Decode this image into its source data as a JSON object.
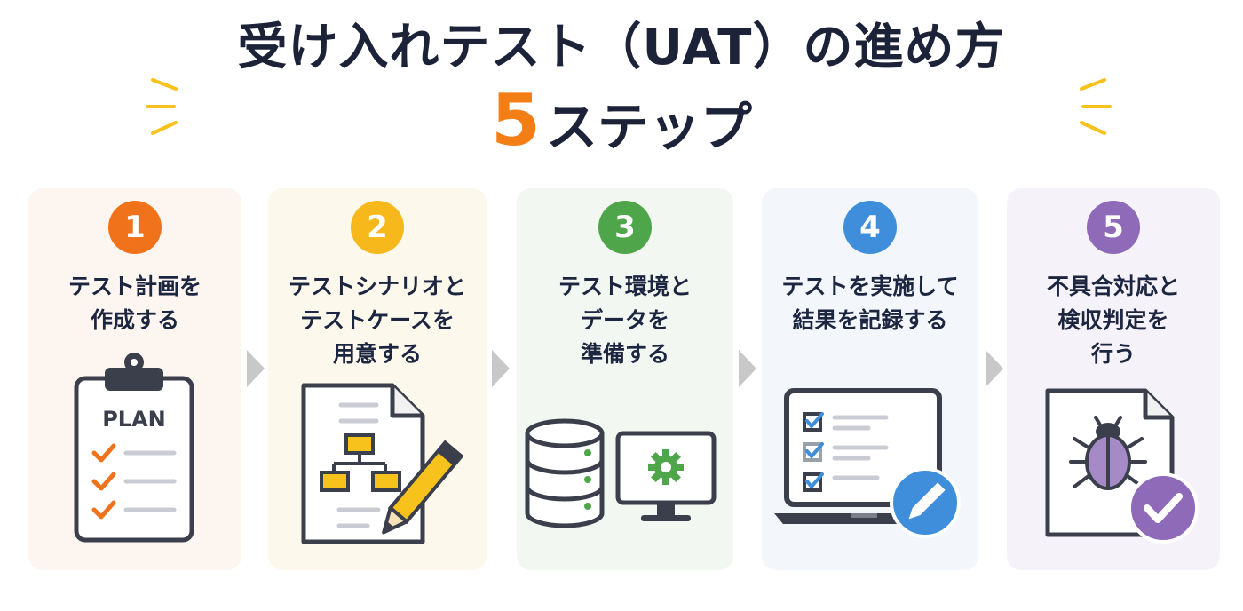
{
  "header": {
    "title": "受け入れテスト（UAT）の進め方",
    "step_count": "5",
    "step_suffix": "ステップ"
  },
  "colors": {
    "accent_orange": "#f47e16",
    "title_dark": "#1c2238",
    "step1": "#f0731c",
    "step2": "#f7b81c",
    "step3": "#4fa64a",
    "step4": "#3f8edb",
    "step5": "#8e6ab8"
  },
  "steps": [
    {
      "number": "1",
      "lines": [
        "テスト計画を",
        "作成する"
      ],
      "icon": "clipboard-plan-icon",
      "icon_text": "PLAN"
    },
    {
      "number": "2",
      "lines": [
        "テストシナリオと",
        "テストケースを",
        "用意する"
      ],
      "icon": "document-flowchart-pencil-icon"
    },
    {
      "number": "3",
      "lines": [
        "テスト環境と",
        "データを",
        "準備する"
      ],
      "icon": "database-monitor-gear-icon"
    },
    {
      "number": "4",
      "lines": [
        "テストを実施して",
        "結果を記録する"
      ],
      "icon": "laptop-checklist-edit-icon"
    },
    {
      "number": "5",
      "lines": [
        "不具合対応と",
        "検収判定を",
        "行う"
      ],
      "icon": "document-bug-check-icon"
    }
  ]
}
